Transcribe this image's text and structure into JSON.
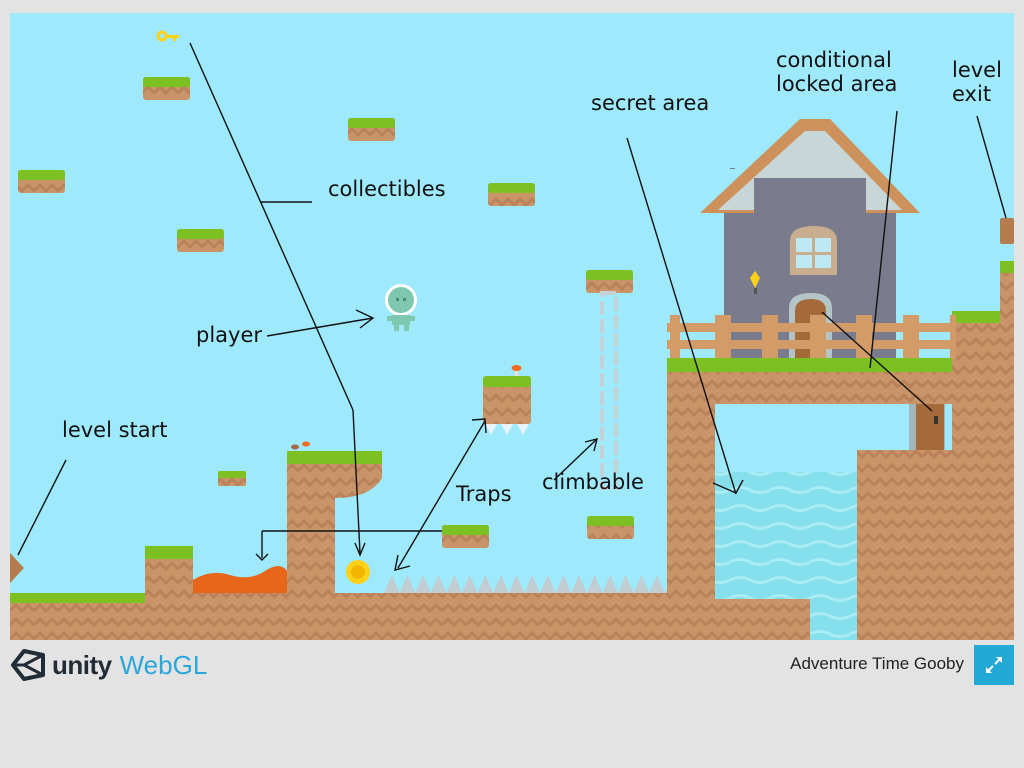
{
  "colors": {
    "sky": "#9eeafc",
    "grass": "#7dc021",
    "dirt": "#c99467",
    "dirt_dark": "#b9825a",
    "lava": "#e8661a",
    "water": "#86dfec",
    "stone": "#7a7c8e",
    "roof": "#cd915c",
    "wood": "#d39b68",
    "coin": "#ffd21a",
    "page_bg": "#e3e3e3",
    "accent": "#22a9d6"
  },
  "annotations": {
    "collectibles": "collectibles",
    "player": "player",
    "level_start": "level start",
    "traps": "Traps",
    "climbable": "climbable",
    "secret_area": "secret area",
    "conditional_locked_area_line1": "conditional",
    "conditional_locked_area_line2": "locked area",
    "level_exit_line1": "level",
    "level_exit_line2": "exit"
  },
  "footer": {
    "engine_brand": "unity",
    "platform": "WebGL",
    "game_title": "Adventure Time Gooby",
    "fullscreen_icon": "expand-arrows-icon"
  }
}
